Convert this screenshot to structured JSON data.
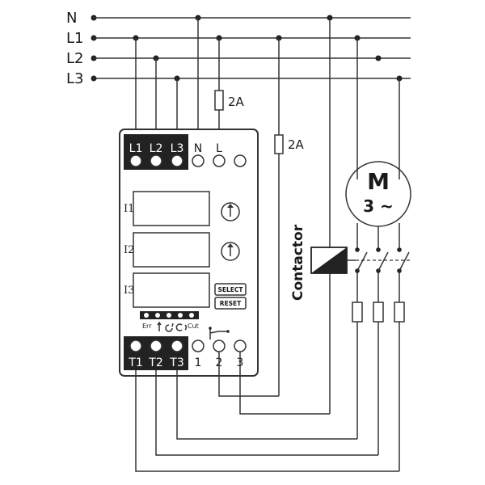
{
  "bus_lines": [
    "N",
    "L1",
    "L2",
    "L3"
  ],
  "fuses": {
    "control_fuse_1": "2A",
    "control_fuse_2": "2A"
  },
  "device": {
    "top_terminals": [
      "L1",
      "L2",
      "L3",
      "N",
      "L"
    ],
    "bottom_terminals": [
      "T1",
      "T2",
      "T3",
      "1",
      "2",
      "3"
    ],
    "display_labels": [
      "I1",
      "I2",
      "I3"
    ],
    "buttons": {
      "select": "SELECT",
      "reset": "RESET"
    },
    "led_labels": {
      "err": "Err",
      "cut": "Cut"
    }
  },
  "motor": {
    "symbol": "M",
    "phase": "3 ~"
  },
  "contactor_label": "Contactor",
  "colors": {
    "line": "#333333",
    "dark": "#1a1a1a",
    "background": "#ffffff"
  }
}
